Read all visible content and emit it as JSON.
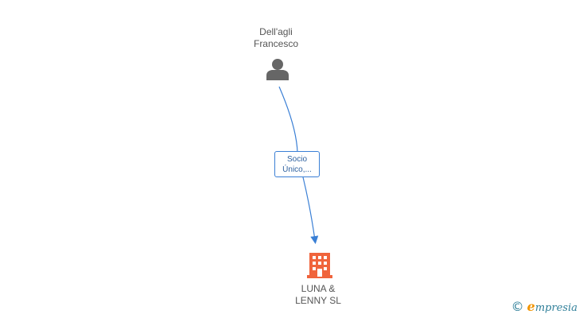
{
  "nodes": {
    "person": {
      "name_line1": "Dell'agli",
      "name_line2": "Francesco",
      "icon": "person-icon"
    },
    "company": {
      "name_line1": "LUNA &",
      "name_line2": "LENNY SL",
      "icon": "building-icon"
    }
  },
  "edge": {
    "label_line1": "Socio",
    "label_line2": "Único,...",
    "color": "#3a7fd5"
  },
  "watermark": {
    "copyright_symbol": "©",
    "brand_initial": "e",
    "brand_rest": "mpresia"
  },
  "colors": {
    "person_icon": "#666666",
    "company_icon": "#f0643c",
    "edge": "#3a7fd5",
    "brand": "#2f7f99",
    "brand_accent": "#f29400"
  }
}
